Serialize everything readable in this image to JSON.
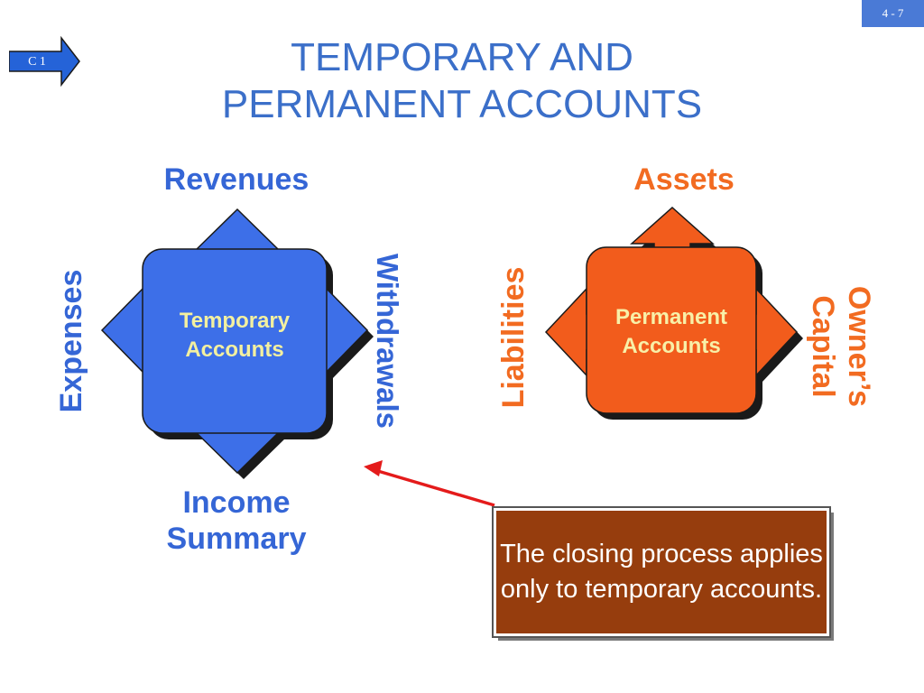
{
  "page_number": "4 - 7",
  "objective_tag": "C 1",
  "title": {
    "line1": "TEMPORARY AND",
    "line2": "PERMANENT ACCOUNTS"
  },
  "temporary": {
    "center_line1": "Temporary",
    "center_line2": "Accounts",
    "top": "Revenues",
    "left": "Expenses",
    "right": "Withdrawals",
    "bottom_line1": "Income",
    "bottom_line2": "Summary",
    "color": "#3d6fe8"
  },
  "permanent": {
    "center_line1": "Permanent",
    "center_line2": "Accounts",
    "top": "Assets",
    "left": "Liabilities",
    "right_line1": "Owner’s",
    "right_line2": "Capital",
    "color": "#f25c1c"
  },
  "note": {
    "text": "The closing process applies only to temporary accounts.",
    "background": "#963d0d"
  },
  "colors": {
    "title": "#3b6fc9",
    "badge": "#4a7ad6",
    "pointer_arrow": "#e41b1b"
  },
  "icons": {
    "objective_tag": "right-arrow-tag-icon",
    "pointer": "red-pointer-arrow-icon"
  }
}
